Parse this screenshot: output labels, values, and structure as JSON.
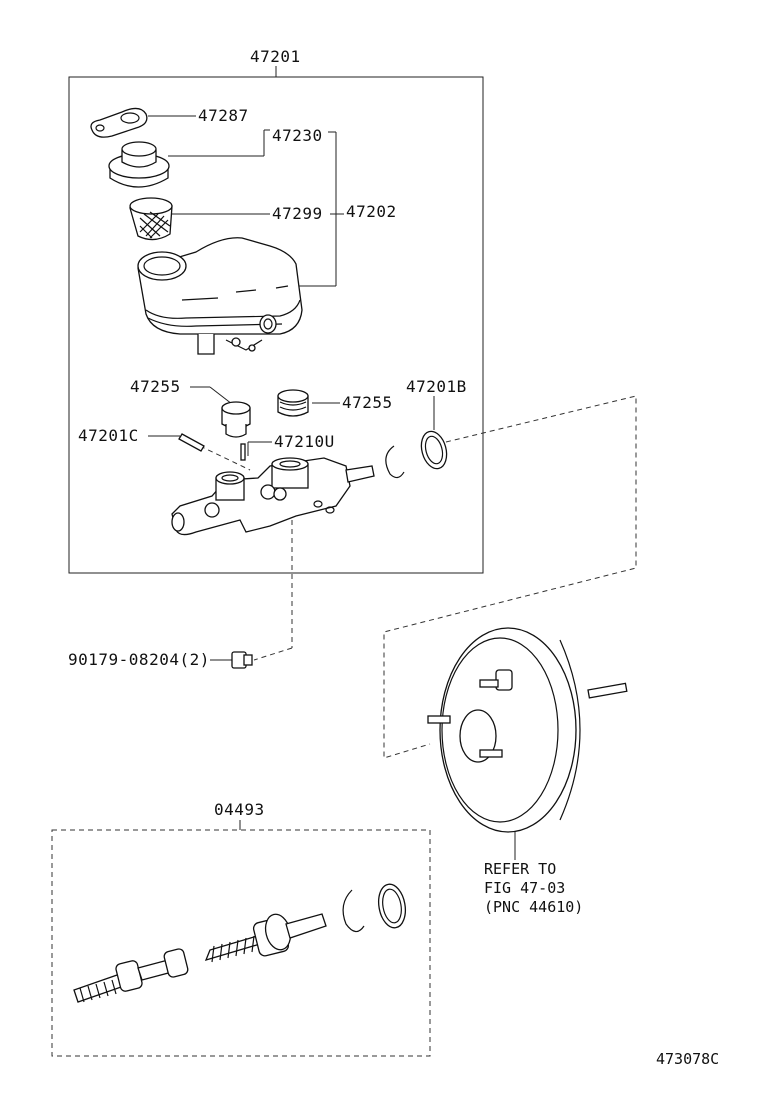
{
  "diagram": {
    "callouts": {
      "assy_master_cylinder": "47201",
      "gasket_reservoir": "47287",
      "cap_reservoir": "47230",
      "strainer_reservoir": "47299",
      "reservoir_assy": "47202",
      "grommet_left": "47255",
      "grommet_right": "47255",
      "oring_cylinder": "47201B",
      "pin_reservoir": "47201C",
      "pin_straight": "47210U",
      "nut_bolt": "90179-08204(2)",
      "kit_cylinder": "04493"
    },
    "refer_note": [
      "REFER TO",
      "FIG 47-03",
      "(PNC 44610)"
    ],
    "figure_id": "473078C"
  }
}
